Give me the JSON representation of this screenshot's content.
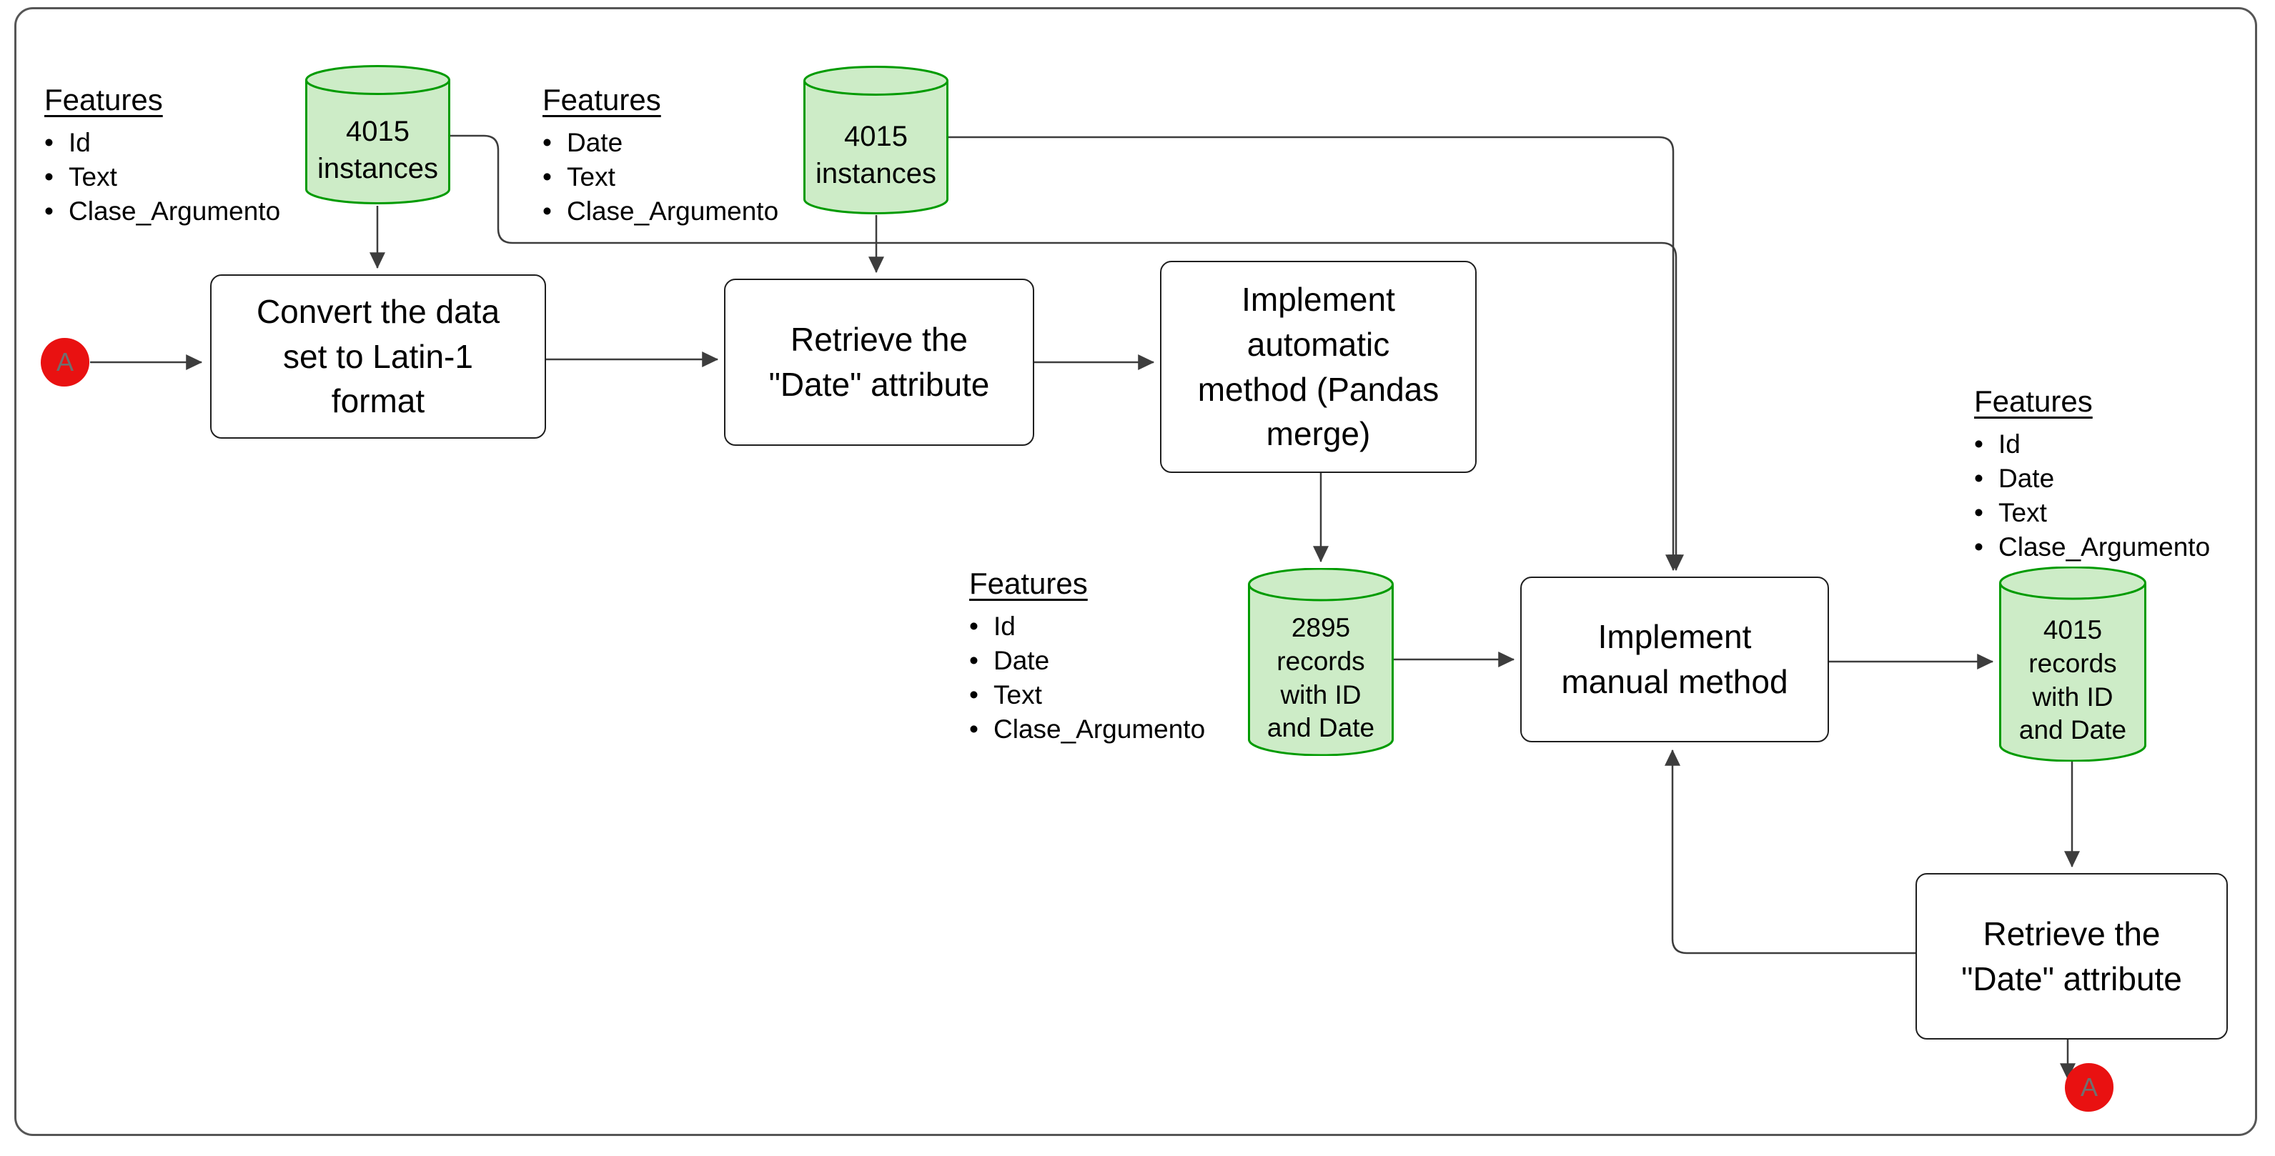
{
  "diagram": {
    "terminators": {
      "start": "A",
      "end": "A"
    },
    "boxes": [
      {
        "id": "convert-latin1",
        "label": "Convert the data\nset to Latin-1\nformat"
      },
      {
        "id": "retrieve-date-1",
        "label": "Retrieve the\n\"Date\" attribute"
      },
      {
        "id": "auto-method",
        "label": "Implement\nautomatic\nmethod (Pandas\nmerge)"
      },
      {
        "id": "manual-method",
        "label": "Implement\nmanual method"
      },
      {
        "id": "retrieve-date-2",
        "label": "Retrieve the\n\"Date\" attribute"
      }
    ],
    "cylinders": [
      {
        "id": "db-4015-instances-1",
        "label": "4015\ninstances"
      },
      {
        "id": "db-4015-instances-2",
        "label": "4015\ninstances"
      },
      {
        "id": "db-2895-records",
        "label": "2895\nrecords\nwith ID\nand Date"
      },
      {
        "id": "db-4015-records",
        "label": "4015\nrecords\nwith ID\nand Date"
      }
    ],
    "feature_lists": [
      {
        "title": "Features",
        "items": [
          "Id",
          "Text",
          "Clase_Argumento"
        ]
      },
      {
        "title": "Features",
        "items": [
          "Date",
          "Text",
          "Clase_Argumento"
        ]
      },
      {
        "title": "Features",
        "items": [
          "Id",
          "Date",
          "Text",
          "Clase_Argumento"
        ]
      },
      {
        "title": "Features",
        "items": [
          "Id",
          "Date",
          "Text",
          "Clase_Argumento"
        ]
      }
    ],
    "colors": {
      "cylinder_fill": "#cdecc7",
      "cylinder_stroke": "#009b00",
      "terminator_fill": "#e91111",
      "terminator_letter": "#6f6f6f",
      "connector": "#3d3d3d",
      "box_stroke": "#1f1f1f",
      "frame_stroke": "#565656"
    }
  }
}
